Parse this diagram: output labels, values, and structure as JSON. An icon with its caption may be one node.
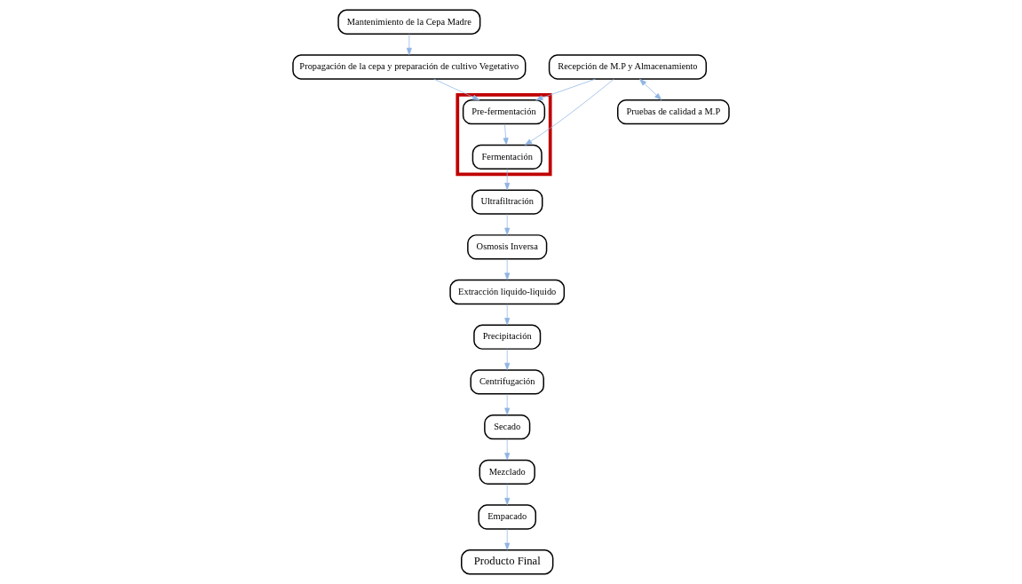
{
  "diagram": {
    "nodes": [
      {
        "text": [
          "Mantenimiento de la Cepa Madre"
        ]
      },
      {
        "text": [
          "Propagación de la cepa y preparación de cultivo Vegetativo"
        ]
      },
      {
        "text": [],
        "shape": "box"
      },
      {
        "text": [
          "Pre-fermentación"
        ],
        "in": 2
      },
      {
        "text": [
          "Fermentación"
        ],
        "in": 2
      },
      {
        "text": [
          "Recepción de M.P y Almacenamiento"
        ]
      },
      {
        "text": [
          "Pruebas de calidad a M.P"
        ]
      },
      {
        "text": [
          "Ultrafiltración"
        ]
      },
      {
        "text": [
          "Osmosis Inversa"
        ]
      },
      {
        "text": [
          "Extracción liquido-liquido"
        ]
      },
      {
        "text": [
          "Precipitación"
        ]
      },
      {
        "text": [
          "Centrifugación"
        ]
      },
      {
        "text": [
          "Secado"
        ]
      },
      {
        "text": [
          "Mezclado"
        ]
      },
      {
        "text": [
          "Empacado"
        ]
      },
      {
        "text": [
          "Producto Final"
        ]
      }
    ],
    "edges": [
      {
        "from": 0,
        "to": 1,
        "arrow": "to"
      },
      {
        "from": 1,
        "to": 3,
        "arrow": "to"
      },
      {
        "from": 5,
        "to": 3,
        "arrow": "to"
      },
      {
        "from": 5,
        "to": 4,
        "arrow": "to"
      },
      {
        "from": 3,
        "to": 4,
        "arrow": "to"
      },
      {
        "from": 5,
        "to": 6,
        "arrow": "both"
      },
      {
        "from": 4,
        "to": 7,
        "arrow": "to"
      },
      {
        "from": 7,
        "to": 8,
        "arrow": "to"
      },
      {
        "from": 8,
        "to": 9,
        "arrow": "to"
      },
      {
        "from": 9,
        "to": 10,
        "arrow": "to"
      },
      {
        "from": 10,
        "to": 11,
        "arrow": "to"
      },
      {
        "from": 11,
        "to": 12,
        "arrow": "to"
      },
      {
        "from": 12,
        "to": 13,
        "arrow": "to"
      },
      {
        "from": 13,
        "to": 14,
        "arrow": "to"
      },
      {
        "from": 14,
        "to": 15,
        "arrow": "to"
      }
    ]
  }
}
